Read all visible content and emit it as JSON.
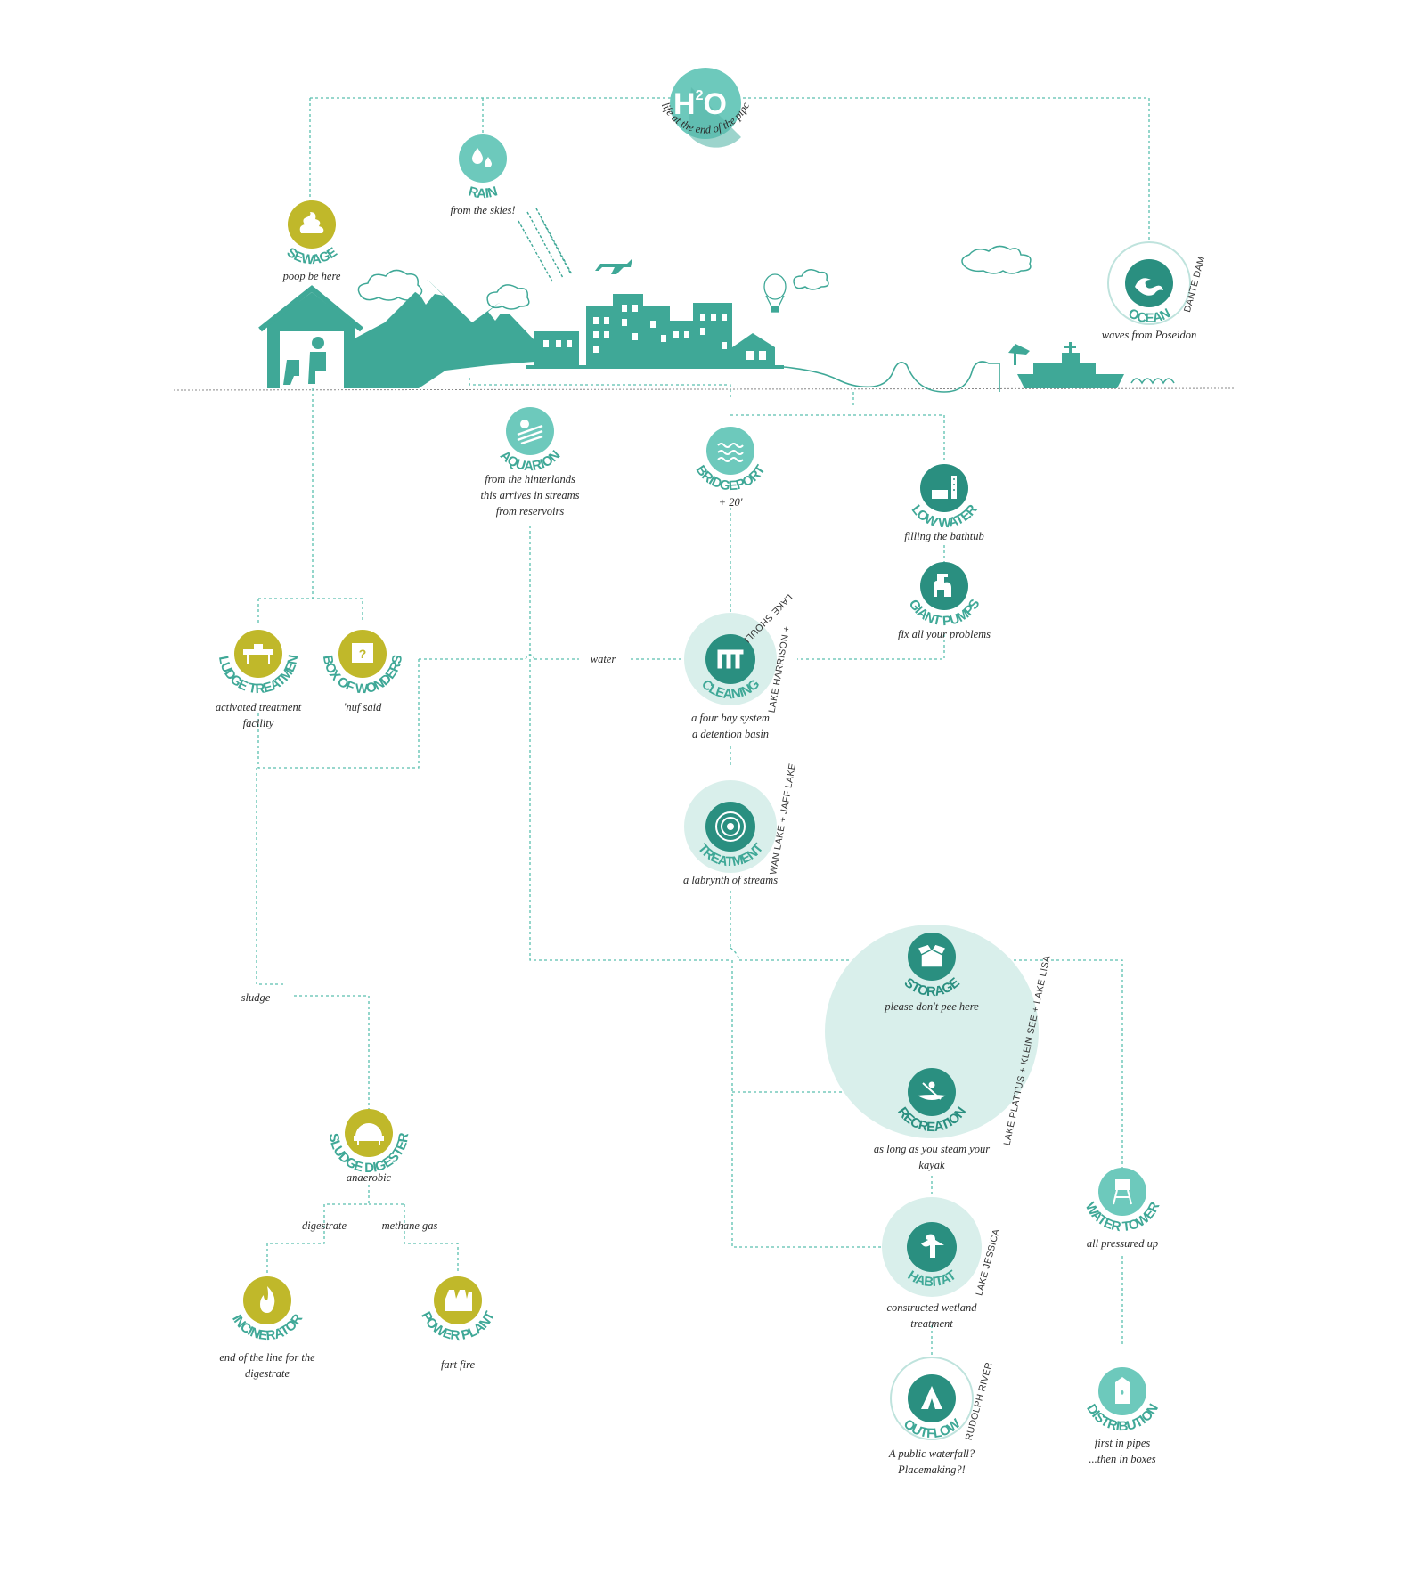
{
  "colors": {
    "teal": "#3fa897",
    "teal_dark": "#2a8f80",
    "teal_light": "#6dc9bc",
    "halo": "#d9efeb",
    "olive": "#c0b82a",
    "olive_shadow": "#a49c1d",
    "connector": "#5bbfaf"
  },
  "nodes": {
    "h2o": {
      "icon": "h2o-icon",
      "label_main": "H",
      "label_sup": "2",
      "label_tail": "O",
      "caption": "life at the end of the pipe"
    },
    "rain": {
      "icon": "rain-icon",
      "label": "RAIN",
      "caption": "from the skies!"
    },
    "sewage": {
      "icon": "poop-icon",
      "label": "SEWAGE",
      "caption": "poop be here"
    },
    "ocean": {
      "icon": "wave-icon",
      "label": "OCEAN",
      "side": "DANTE DAM",
      "caption": "waves from Poseidon"
    },
    "aquarion": {
      "icon": "reservoir-icon",
      "label": "AQUARION",
      "caption": [
        "from the hinterlands",
        "this arrives in streams",
        "from reservoirs"
      ]
    },
    "bridgeport": {
      "icon": "waves-icon",
      "label": "BRIDGEPORT",
      "caption": "+ 20'"
    },
    "low_water": {
      "icon": "bathtub-icon",
      "label": "LOW WATER",
      "caption": "filling the bathtub"
    },
    "giant_pumps": {
      "icon": "pump-icon",
      "label": "GIANT PUMPS",
      "caption": "fix all your problems"
    },
    "cleaning": {
      "icon": "filter-bays-icon",
      "label": "CLEANING",
      "side_top": "LAKE SHOULI",
      "side_right": "LAKE HARRISON +",
      "caption": [
        "a four bay system",
        "a detention basin"
      ]
    },
    "treatment": {
      "icon": "labyrinth-icon",
      "label": "TREATMENT",
      "side_top": "WAN LAKE + JAFF LAKE",
      "caption": "a labrynth of streams"
    },
    "sludge_treatment": {
      "icon": "table-icon",
      "label": "SLUDGE TREATMENT",
      "caption": [
        "activated treatment",
        "facility"
      ]
    },
    "box_of_wonders": {
      "icon": "mystery-box-icon",
      "icon_glyph": "?",
      "label": "BOX OF WONDERS",
      "caption": "'nuf said"
    },
    "storage": {
      "icon": "box-icon",
      "label": "STORAGE",
      "caption": "please don't pee here"
    },
    "recreation": {
      "icon": "kayak-icon",
      "label": "RECREATION",
      "caption": [
        "as long as you steam your",
        "kayak"
      ]
    },
    "lakes_side": "LAKE PLATTUS + KLEIN SEE + LAKE LISA",
    "water_tower": {
      "icon": "water-tower-icon",
      "label": "WATER TOWER",
      "caption": "all pressured up"
    },
    "habitat": {
      "icon": "pelican-icon",
      "label": "HABITAT",
      "side": "LAKE JESSICA",
      "caption": [
        "constructed wetland",
        "treatment"
      ]
    },
    "outflow": {
      "icon": "waterfall-icon",
      "label": "OUTFLOW",
      "side": "RUDOLPH RIVER",
      "caption": [
        "A public waterfall?",
        "Placemaking?!"
      ]
    },
    "distribution": {
      "icon": "carton-icon",
      "label": "DISTRIBUTION",
      "caption": [
        "first in pipes",
        "...then in boxes"
      ]
    },
    "sludge_digester": {
      "icon": "digester-icon",
      "label": "SLUDGE DIGESTER",
      "caption": "anaerobic"
    },
    "incinerator": {
      "icon": "flame-icon",
      "label": "INCINERATOR",
      "caption": [
        "end of  the line for the",
        "digestrate"
      ]
    },
    "power_plant": {
      "icon": "factory-icon",
      "label": "POWER PLANT",
      "caption": "fart fire"
    }
  },
  "edge_labels": {
    "water": "water",
    "sludge": "sludge",
    "digestrate": "digestrate",
    "methane": "methane gas"
  }
}
